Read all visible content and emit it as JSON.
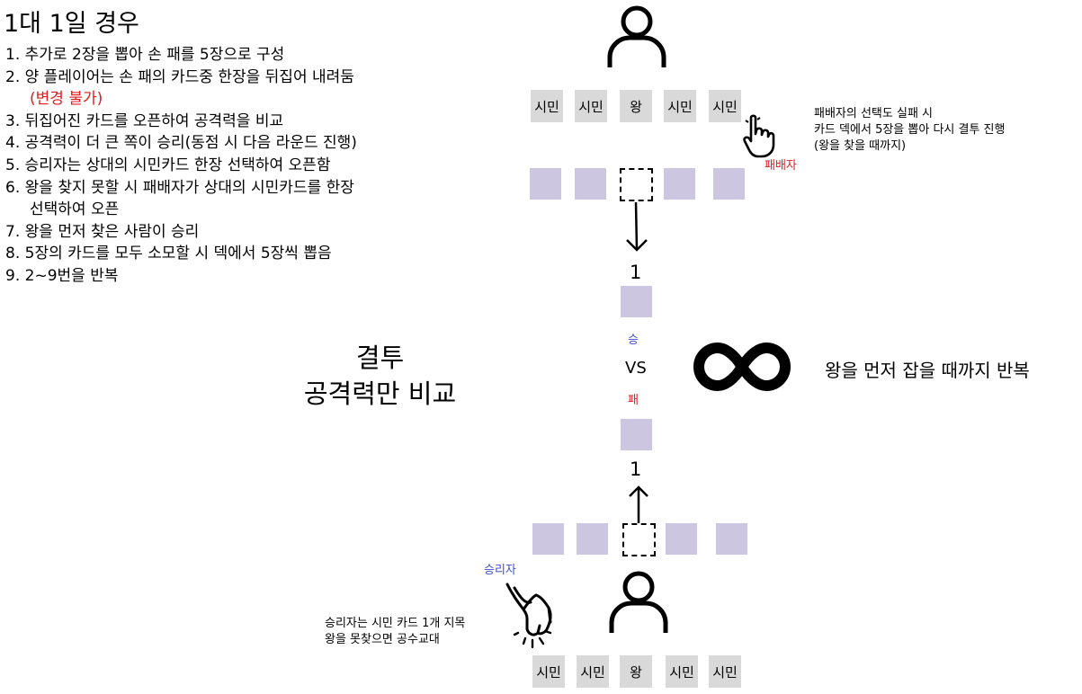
{
  "title": "1대 1일 경우",
  "rules": [
    {
      "num": "1.",
      "text": "추가로 2장을 뽑아 손 패를 5장으로 구성"
    },
    {
      "num": "2.",
      "text": "양 플레이어는 손 패의 카드중 한장을 뒤집어 내려둠",
      "note": "(변경 불가)"
    },
    {
      "num": "3.",
      "text": "뒤집어진 카드를 오픈하여 공격력을 비교"
    },
    {
      "num": "4.",
      "text": "공격력이 더 큰 쪽이 승리(동점 시 다음 라운드 진행)"
    },
    {
      "num": "5.",
      "text": "승리자는 상대의 시민카드 한장 선택하여 오픈함"
    },
    {
      "num": "6.",
      "text": "왕을 찾지 못할 시 패배자가 상대의 시민카드를 한장",
      "cont": "선택하여 오픈"
    },
    {
      "num": "7.",
      "text": "왕을 먼저 찾은 사람이 승리"
    },
    {
      "num": "8.",
      "text": "5장의 카드를 모두 소모할 시 덱에서 5장씩 뽑음"
    },
    {
      "num": "9.",
      "text": "2~9번을 반복"
    }
  ],
  "top_hand": [
    "시민",
    "시민",
    "왕",
    "시민",
    "시민"
  ],
  "bottom_hand": [
    "시민",
    "시민",
    "왕",
    "시민",
    "시민"
  ],
  "loser_label": "패배자",
  "loser_note": [
    "패배자의 선택도 실패 시",
    "카드 덱에서 5장을 뽑아 다시 결투 진행",
    "(왕을 찾을 때까지)"
  ],
  "winner_label": "승리자",
  "winner_note": [
    "승리자는 시민 카드 1개 지목",
    "왕을 못찾으면 공수교대"
  ],
  "duel_title": [
    "결투",
    "공격력만 비교"
  ],
  "top_value": "1",
  "bottom_value": "1",
  "win_mark": "승",
  "vs": "VS",
  "lose_mark": "패",
  "repeat_text": "왕을 먼저 잡을 때까지 반복",
  "colors": {
    "card": "#d9d9d9",
    "facedown": "#cdc6e0",
    "win": "#3d4fd1",
    "lose": "#e01b1b"
  }
}
